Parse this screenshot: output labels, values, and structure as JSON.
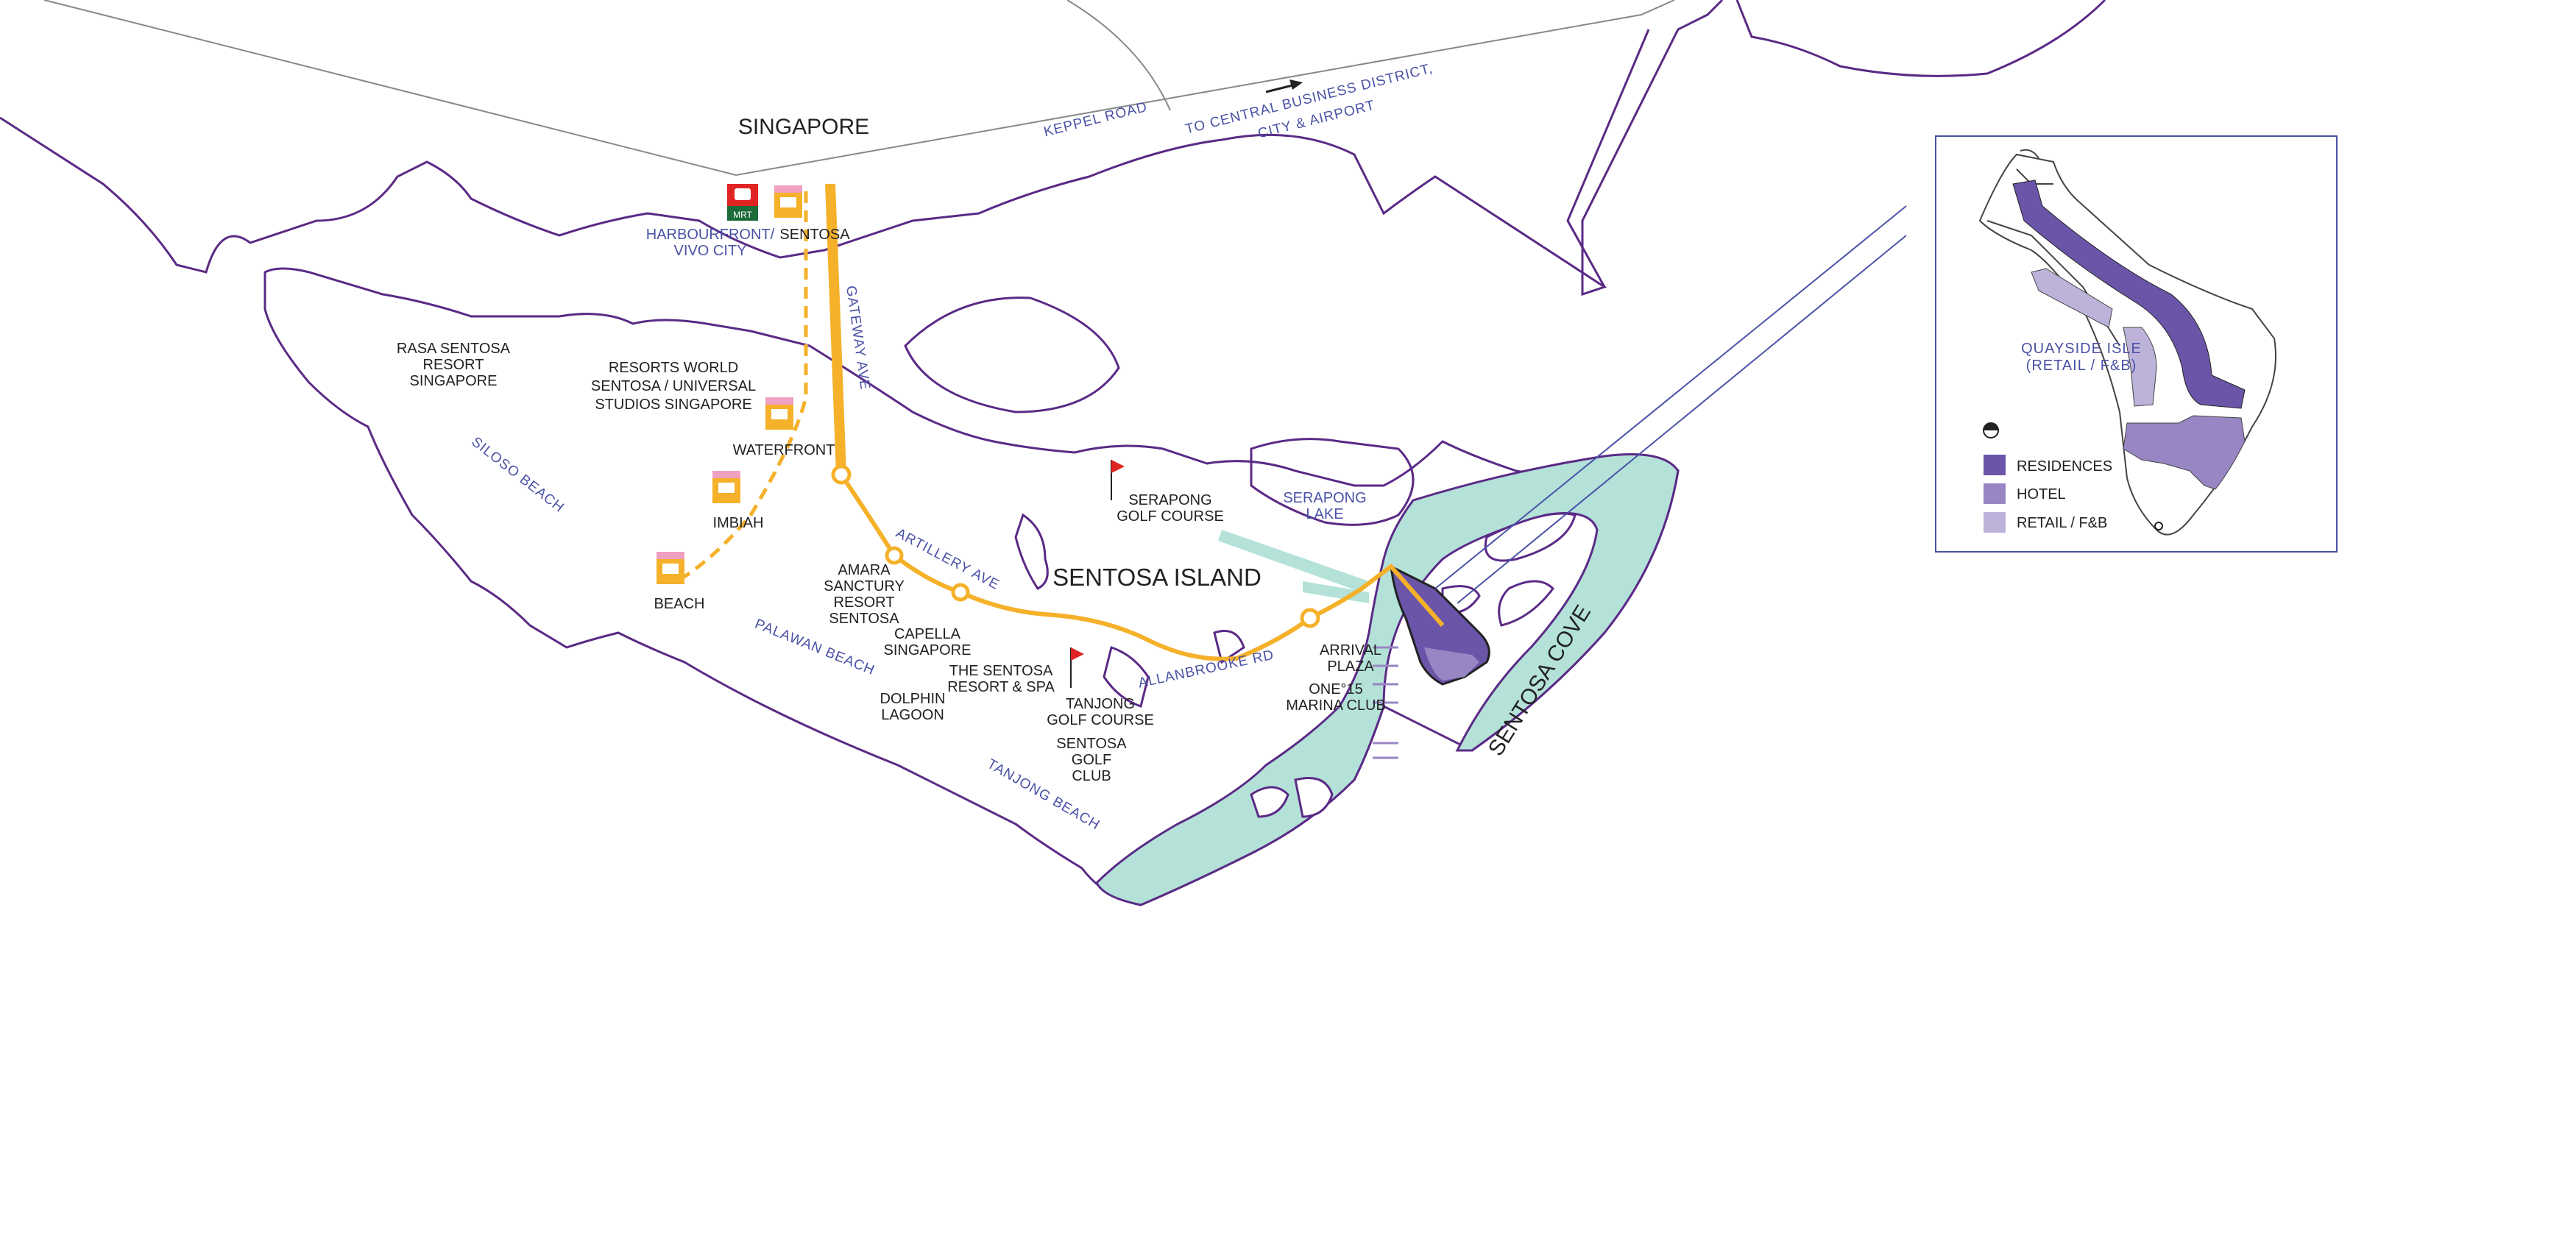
{
  "map": {
    "labels": {
      "singapore": "SINGAPORE",
      "sentosa_island": "SENTOSA ISLAND",
      "sentosa_cove": "SENTOSA COVE",
      "keppel_road": "KEPPEL ROAD",
      "to_cbd_1": "TO CENTRAL BUSINESS DISTRICT,",
      "to_cbd_2": "CITY & AIRPORT",
      "harbourfront_1": "HARBOURFRONT/",
      "harbourfront_2": "VIVO CITY",
      "sentosa_station": "SENTOSA",
      "mrt": "MRT",
      "gateway_ave": "GATEWAY AVE",
      "rasa_1": "RASA SENTOSA",
      "rasa_2": "RESORT",
      "rasa_3": "SINGAPORE",
      "rws_1": "RESORTS WORLD",
      "rws_2": "SENTOSA / UNIVERSAL",
      "rws_3": "STUDIOS SINGAPORE",
      "waterfront": "WATERFRONT",
      "imbiah": "IMBIAH",
      "beach": "BEACH",
      "siloso_beach": "SILOSO BEACH",
      "amara_1": "AMARA",
      "amara_2": "SANCTURY",
      "amara_3": "RESORT",
      "amara_4": "SENTOSA",
      "artillery_ave": "ARTILLERY AVE",
      "capella_1": "CAPELLA",
      "capella_2": "SINGAPORE",
      "serapong_golf_1": "SERAPONG",
      "serapong_golf_2": "GOLF COURSE",
      "serapong_lake_1": "SERAPONG",
      "serapong_lake_2": "LAKE",
      "the_sentosa_1": "THE SENTOSA",
      "the_sentosa_2": "RESORT & SPA",
      "tanjong_golf_1": "TANJONG",
      "tanjong_golf_2": "GOLF COURSE",
      "palawan_beach": "PALAWAN BEACH",
      "dolphin_1": "DOLPHIN",
      "dolphin_2": "LAGOON",
      "allanbrooke_rd": "ALLANBROOKE RD",
      "sentosa_golf_1": "SENTOSA",
      "sentosa_golf_2": "GOLF",
      "sentosa_golf_3": "CLUB",
      "tanjong_beach": "TANJONG BEACH",
      "arrival_1": "ARRIVAL",
      "arrival_2": "PLAZA",
      "one15_1": "ONE°15",
      "one15_2": "MARINA CLUB"
    },
    "inset": {
      "quayside_1": "QUAYSIDE ISLE",
      "quayside_2": "(RETAIL / F&B)",
      "legend": [
        {
          "label": "RESIDENCES",
          "color": "#6a55a8"
        },
        {
          "label": "HOTEL",
          "color": "#9886c4"
        },
        {
          "label": "RETAIL / F&B",
          "color": "#bdb3da"
        }
      ]
    },
    "colors": {
      "coast": "#5b2a86",
      "water": "#b4e2d8",
      "route": "#f5b12a",
      "road_label": "#4a52a6",
      "flag": "#e02424",
      "mrt_red": "#e02424",
      "mrt_green": "#1d6a3a"
    }
  }
}
